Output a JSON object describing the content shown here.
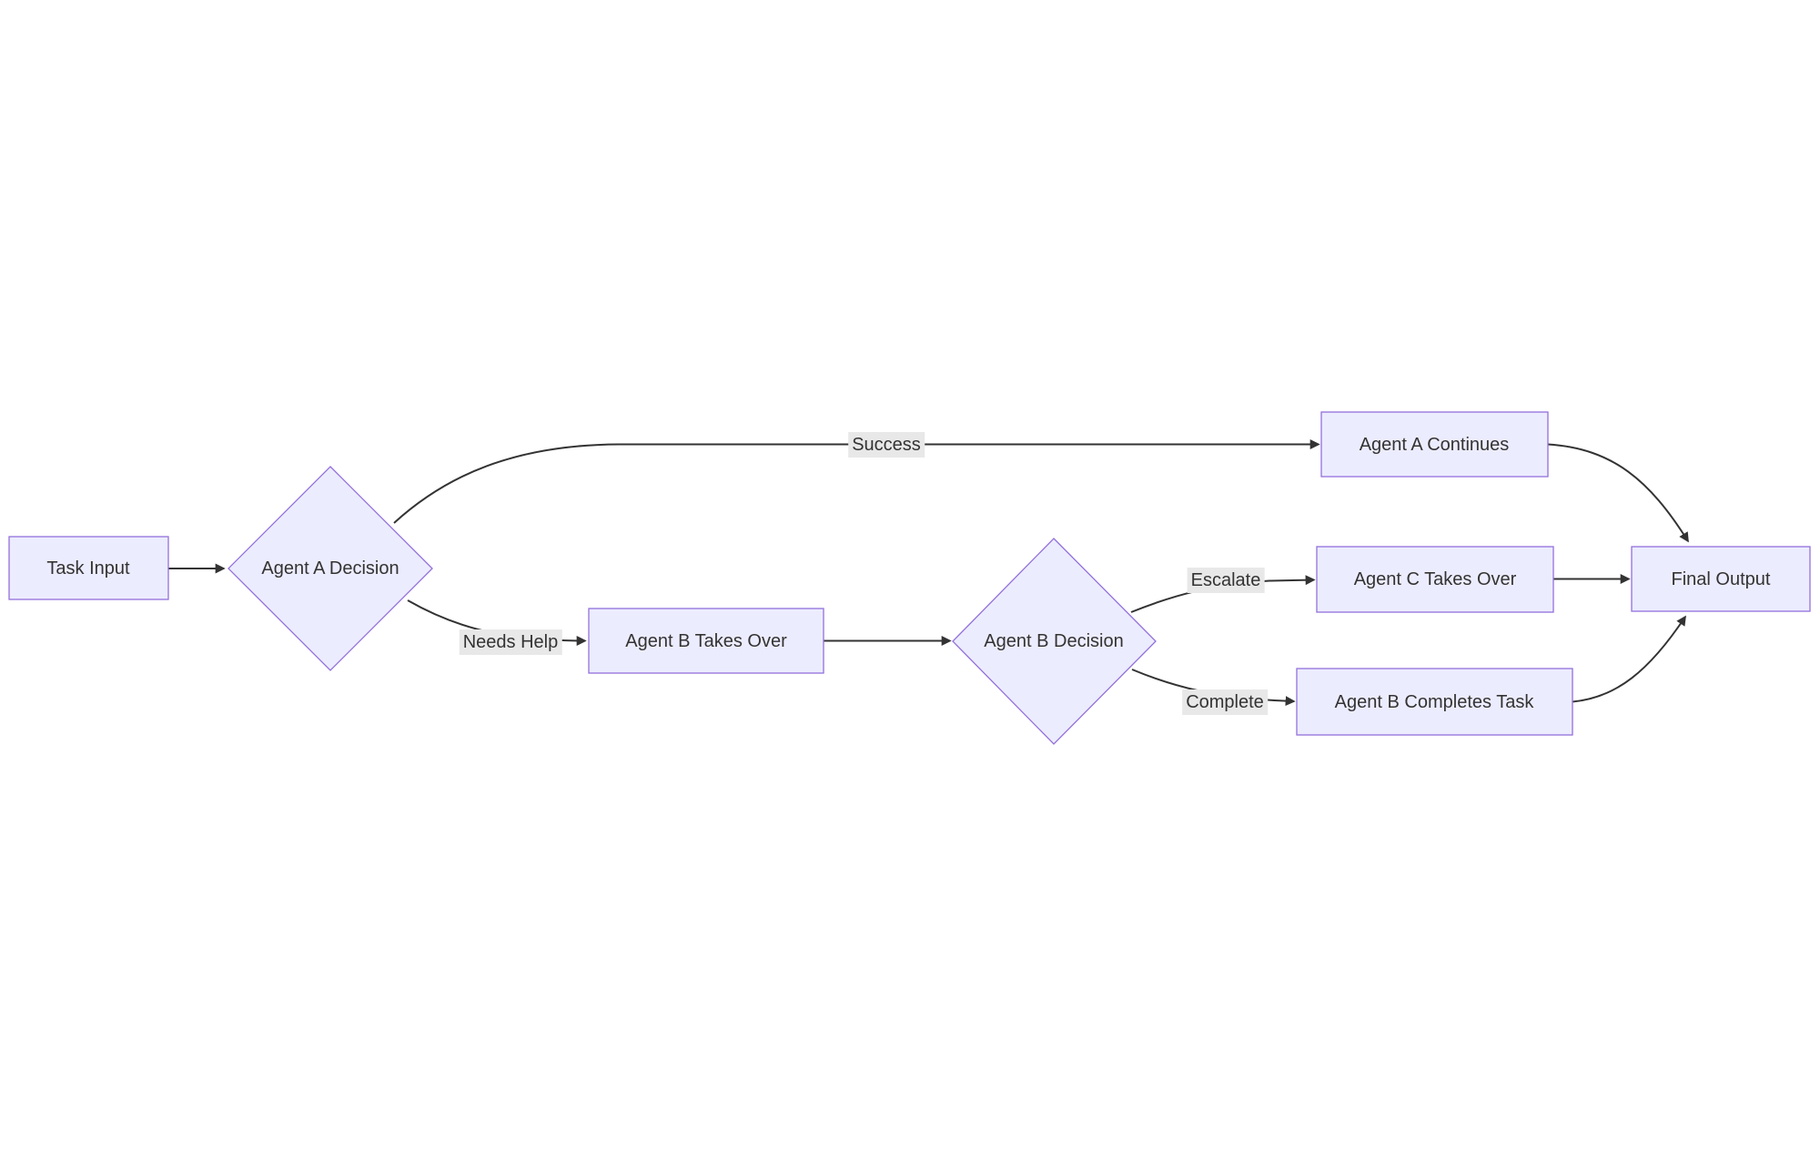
{
  "diagram": {
    "type": "flowchart",
    "direction": "left-to-right",
    "colors": {
      "background": "#ffffff",
      "node_fill": "#ECECFF",
      "node_border": "#9370DB",
      "edge_line": "#333333",
      "edge_label_bg": "#e8e8e8",
      "text": "#333333"
    },
    "nodes": {
      "task_input": {
        "label": "Task Input",
        "shape": "rectangle"
      },
      "agent_a_decision": {
        "label": "Agent A Decision",
        "shape": "diamond"
      },
      "agent_b_takes_over": {
        "label": "Agent B Takes Over",
        "shape": "rectangle"
      },
      "agent_b_decision": {
        "label": "Agent B Decision",
        "shape": "diamond"
      },
      "agent_a_continues": {
        "label": "Agent A Continues",
        "shape": "rectangle"
      },
      "agent_c_takes_over": {
        "label": "Agent C Takes Over",
        "shape": "rectangle"
      },
      "agent_b_completes_task": {
        "label": "Agent B Completes Task",
        "shape": "rectangle"
      },
      "final_output": {
        "label": "Final Output",
        "shape": "rectangle"
      }
    },
    "edge_labels": {
      "success": "Success",
      "needs_help": "Needs Help",
      "escalate": "Escalate",
      "complete": "Complete"
    },
    "edges": [
      {
        "from": "task_input",
        "to": "agent_a_decision",
        "label": ""
      },
      {
        "from": "agent_a_decision",
        "to": "agent_a_continues",
        "label": "Success"
      },
      {
        "from": "agent_a_decision",
        "to": "agent_b_takes_over",
        "label": "Needs Help"
      },
      {
        "from": "agent_b_takes_over",
        "to": "agent_b_decision",
        "label": ""
      },
      {
        "from": "agent_b_decision",
        "to": "agent_c_takes_over",
        "label": "Escalate"
      },
      {
        "from": "agent_b_decision",
        "to": "agent_b_completes_task",
        "label": "Complete"
      },
      {
        "from": "agent_a_continues",
        "to": "final_output",
        "label": ""
      },
      {
        "from": "agent_c_takes_over",
        "to": "final_output",
        "label": ""
      },
      {
        "from": "agent_b_completes_task",
        "to": "final_output",
        "label": ""
      }
    ]
  }
}
